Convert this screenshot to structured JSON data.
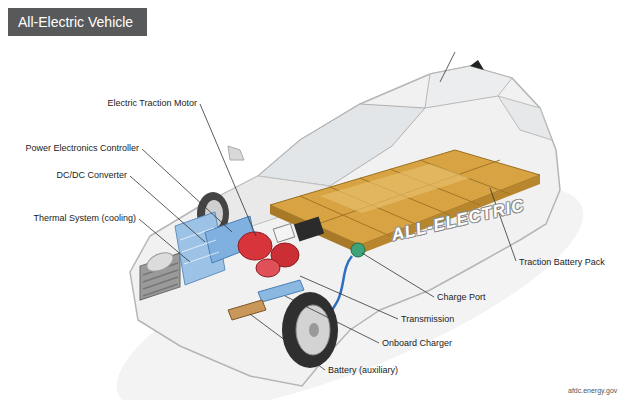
{
  "diagram": {
    "title": "All-Electric Vehicle",
    "labels": [
      "Electric Traction Motor",
      "Power Electronics Controller",
      "DC/DC Converter",
      "Thermal System (cooling)",
      "Traction Battery Pack",
      "Charge Port",
      "Transmission",
      "Onboard Charger",
      "Battery (auxiliary)",
      "ALL-ELECTRIC",
      "afdc.energy.gov"
    ]
  }
}
